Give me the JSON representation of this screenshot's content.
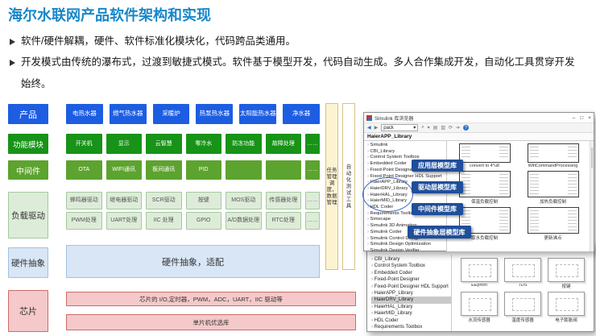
{
  "slide": {
    "title": "海尔水联网产品软件架构和实现",
    "bullets": [
      "软件/硬件解耦，硬件、软件标准化模块化，代码跨品类通用。",
      "开发模式由传统的瀑布式，过渡到敏捷式模式。软件基于模型开发，代码自动生成。多人合作集成开发，自动化工具贯穿开发始终。"
    ]
  },
  "architecture": {
    "products": {
      "label": "产品",
      "items": [
        "电热水器",
        "燃气热水器",
        "采暖炉",
        "热泵热水器",
        "太阳能热水器",
        "净水器"
      ]
    },
    "modules": {
      "label": "功能模块",
      "items": [
        "开关机",
        "显示",
        "云智慧",
        "零冷水",
        "防冻功能",
        "故障处理",
        "……"
      ]
    },
    "middleware": {
      "label": "中间件",
      "items": [
        "OTA",
        "WIFI通讯",
        "板间通讯",
        "PID",
        "",
        "",
        "……"
      ]
    },
    "drivers": {
      "label": "负载驱动",
      "row1": [
        "蜂鸣器驱动",
        "继电器驱动",
        "SCR驱动",
        "按键",
        "MOS驱动",
        "传感器处理",
        "……"
      ],
      "row2": [
        "PWM处理",
        "UART处理",
        "IIC 处理",
        "GPIO",
        "A/D数据处理",
        "RTC处理",
        "……"
      ]
    },
    "hal": {
      "label": "硬件抽象",
      "box": "硬件抽象，适配"
    },
    "chip": {
      "label": "芯片",
      "box1": "芯片的 I/O,定时器，PWM，ADC，UART，IIC 驱动等",
      "box2": "单片机优选库"
    },
    "task_bar": "任务管理调度，数据管理",
    "test_bar": "自动化测试工具"
  },
  "callouts": [
    "应用层模型库",
    "驱动层模型库",
    "中间件模型库",
    "硬件抽象层模型库"
  ],
  "simulink_top": {
    "window_title": "Simulink 库浏览器",
    "window_controls": {
      "minimize": "–",
      "maximize": "□",
      "close": "×"
    },
    "toolbar": {
      "back": "◀",
      "forward": "▶",
      "search_value": "pack",
      "dropdown": "▾",
      "refresh": "⟳",
      "go": "➔",
      "help": "?"
    },
    "header": "HaierAPP_Library",
    "tree": [
      "Simulink",
      "CBI_Library",
      "Control System Toolbox",
      "Embedded Coder",
      "Fixed-Point Designer",
      "Fixed-Point Designer HDL Support",
      "HaierAPP_Library",
      "HaierDRV_Library",
      "HaierHAL_Library",
      "HaierMID_Library",
      "HDL Coder",
      "Requirements Toolbox",
      "Simscape",
      "Simulink 3D Animation",
      "Simulink Coder",
      "Simulink Control Design",
      "Simulink Design Optimization",
      "Simulink Design Verifier"
    ],
    "blocks": [
      "convert to 4*u8",
      "WifiCommandProcessing",
      "保温负载控制",
      "加热负载控制",
      "取水负载控制",
      "更新沸点"
    ]
  },
  "simulink_bottom": {
    "tree": [
      "CBI_Library",
      "Control System Toolbox",
      "Embedded Coder",
      "Fixed-Point Designer",
      "Fixed-Point Designer HDL Support",
      "HaierAPP_Library",
      "HaierDRV_Library",
      "HaierHAL_Library",
      "HaierMID_Library",
      "HDL Coder",
      "Requirements Toolbox"
    ],
    "blocks": [
      "EEprom",
      "TDS",
      "按键",
      "水流传感器",
      "温度传感器",
      "电子膨胀阀"
    ]
  }
}
